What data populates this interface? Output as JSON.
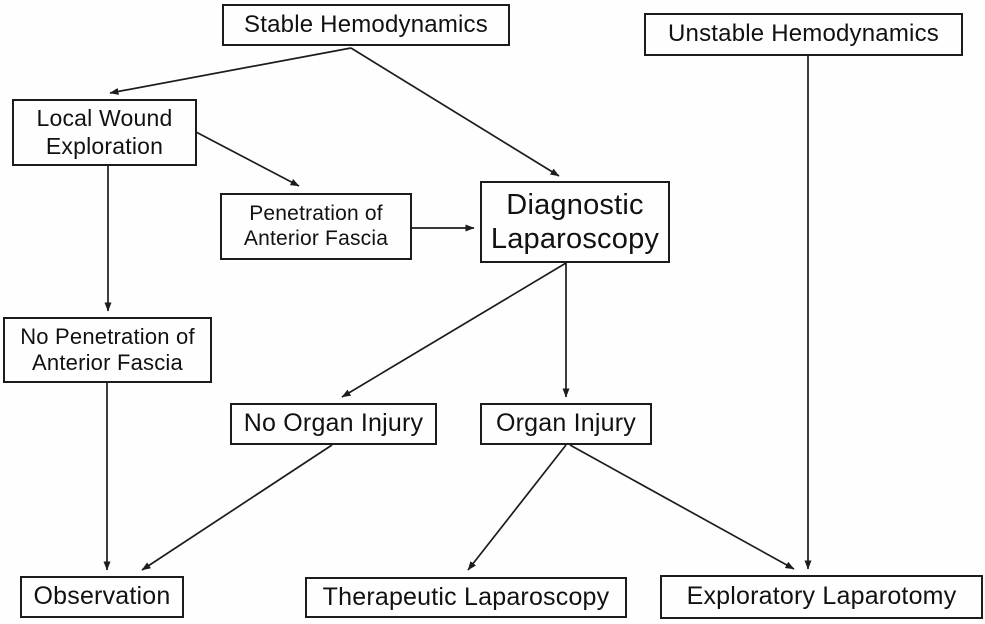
{
  "diagram": {
    "type": "flowchart",
    "colors": {
      "background": "#fefefe",
      "box_border": "#1c1c1c",
      "line": "#1c1c1c",
      "text": "#111111"
    },
    "nodes": [
      {
        "id": "stable",
        "label": "Stable Hemodynamics"
      },
      {
        "id": "unstable",
        "label": "Unstable Hemodynamics"
      },
      {
        "id": "local_wound",
        "label": "Local Wound Exploration"
      },
      {
        "id": "penetration",
        "label": "Penetration of Anterior Fascia"
      },
      {
        "id": "diagnostic",
        "label": "Diagnostic Laparoscopy"
      },
      {
        "id": "no_penetration",
        "label": "No Penetration of Anterior Fascia"
      },
      {
        "id": "no_organ",
        "label": "No Organ Injury"
      },
      {
        "id": "organ",
        "label": "Organ Injury"
      },
      {
        "id": "observation",
        "label": "Observation"
      },
      {
        "id": "therapeutic",
        "label": "Therapeutic Laparoscopy"
      },
      {
        "id": "exploratory",
        "label": "Exploratory Laparotomy"
      }
    ],
    "edges": [
      {
        "from": "stable",
        "to": "local_wound"
      },
      {
        "from": "stable",
        "to": "diagnostic"
      },
      {
        "from": "local_wound",
        "to": "penetration"
      },
      {
        "from": "local_wound",
        "to": "no_penetration"
      },
      {
        "from": "penetration",
        "to": "diagnostic"
      },
      {
        "from": "diagnostic",
        "to": "no_organ"
      },
      {
        "from": "diagnostic",
        "to": "organ"
      },
      {
        "from": "no_penetration",
        "to": "observation"
      },
      {
        "from": "no_organ",
        "to": "observation"
      },
      {
        "from": "organ",
        "to": "therapeutic"
      },
      {
        "from": "organ",
        "to": "exploratory"
      },
      {
        "from": "unstable",
        "to": "exploratory"
      }
    ]
  }
}
